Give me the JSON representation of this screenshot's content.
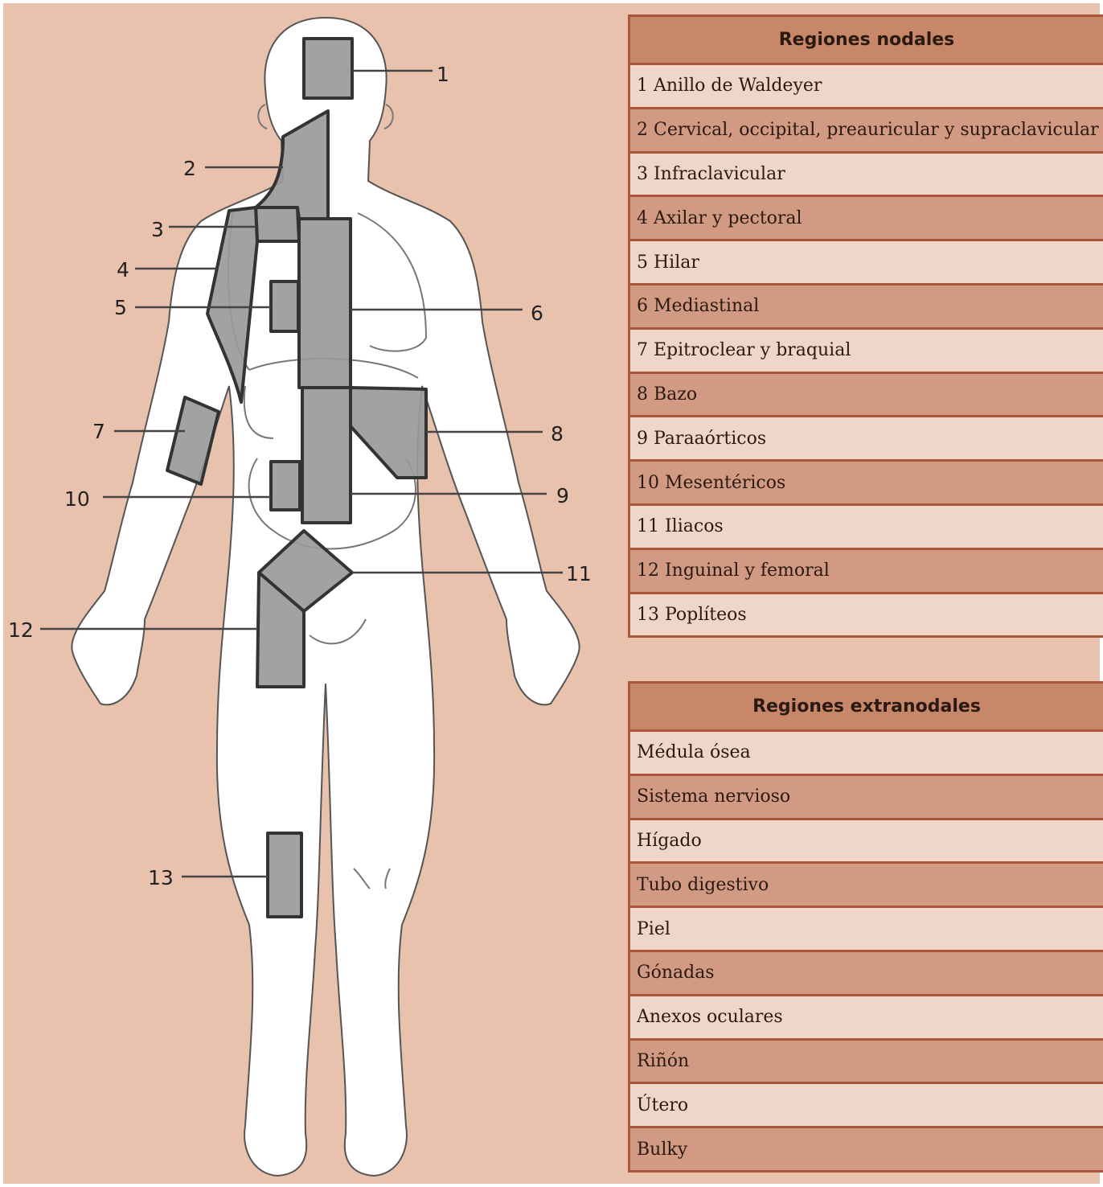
{
  "figure": {
    "callouts": [
      "1",
      "2",
      "3",
      "4",
      "5",
      "6",
      "7",
      "8",
      "9",
      "10",
      "11",
      "12",
      "13"
    ]
  },
  "nodal_table": {
    "header": "Regiones nodales",
    "rows": [
      "1 Anillo de Waldeyer",
      "2 Cervical, occipital, preauricular y supraclavicular",
      "3 Infraclavicular",
      "4 Axilar y pectoral",
      "5 Hilar",
      "6 Mediastinal",
      "7 Epitroclear y braquial",
      "8 Bazo",
      "9 Paraaórticos",
      "10 Mesentéricos",
      "11 Iliacos",
      "12 Inguinal y femoral",
      "13 Poplíteos"
    ]
  },
  "extranodal_table": {
    "header": "Regiones extranodales",
    "rows": [
      "Médula ósea",
      "Sistema nervioso",
      "Hígado",
      "Tubo digestivo",
      "Piel",
      "Gónadas",
      "Anexos oculares",
      "Riñón",
      "Útero",
      "Bulky"
    ]
  },
  "colors": {
    "background": "#e8c2ac",
    "header_fill": "#c9876a",
    "row_light": "#f0d6c8",
    "row_dark": "#d29a82",
    "border": "#a9563a",
    "region_fill": "#9a9a9a"
  }
}
